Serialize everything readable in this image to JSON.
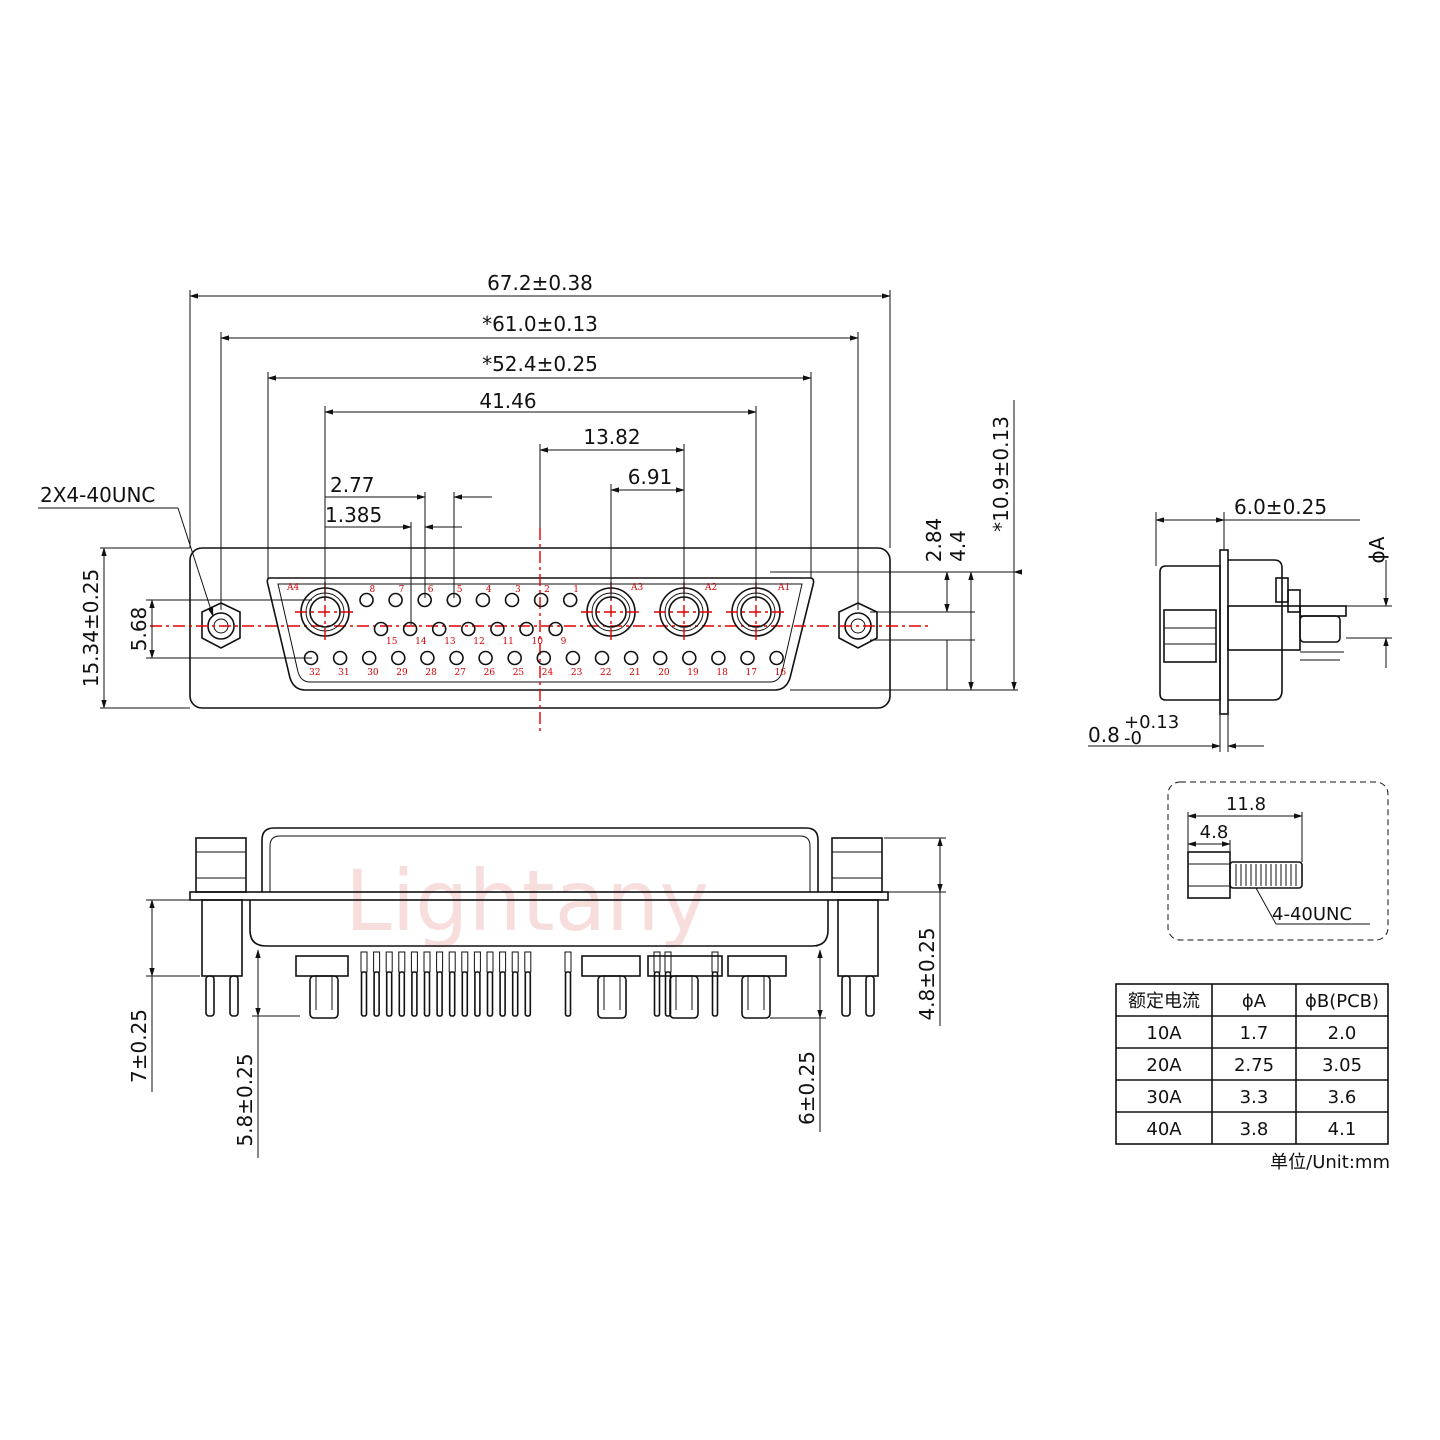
{
  "watermark": "Lightany",
  "front_view": {
    "dims": {
      "overall_width": "67.2±0.38",
      "mount_spacing": "*61.0±0.13",
      "shell_width": "*52.4±0.25",
      "coax_span": "41.46",
      "coax_pitch_double": "13.82",
      "coax_pitch": "6.91",
      "pin_pitch_double": "2.77",
      "pin_pitch": "1.385",
      "mount_thread": "2X4-40UNC",
      "overall_height": "15.34±0.25",
      "row_spacing": "5.68",
      "dim_284": "2.84",
      "dim_44": "4.4",
      "shell_height": "*10.9±0.13"
    },
    "coax_labels": [
      "A4",
      "A3",
      "A2",
      "A1"
    ],
    "row1_labels": [
      "8",
      "7",
      "6",
      "5",
      "4",
      "3",
      "2",
      "1"
    ],
    "row2_labels": [
      "15",
      "14",
      "13",
      "12",
      "11",
      "10",
      "9"
    ],
    "row3_labels": [
      "32",
      "31",
      "30",
      "29",
      "28",
      "27",
      "26",
      "25",
      "24",
      "23",
      "22",
      "21",
      "20",
      "19",
      "18",
      "17",
      "16"
    ]
  },
  "bottom_view": {
    "dims": {
      "post_length": "7±0.25",
      "pin_length_left": "5.8±0.25",
      "pin_length_right": "6±0.25",
      "housing_height": "4.8±0.25"
    }
  },
  "side_view": {
    "dims": {
      "depth": "6.0±0.25",
      "dia_a": "ϕA",
      "flange_base": "0.8",
      "flange_tol_upper": "+0.13",
      "flange_tol_lower": "-0"
    }
  },
  "detail_view": {
    "dims": {
      "length": "11.8",
      "head": "4.8",
      "thread": "4-40UNC"
    }
  },
  "spec_table": {
    "headers": [
      "额定电流",
      "ϕA",
      "ϕB(PCB)"
    ],
    "rows": [
      [
        "10A",
        "1.7",
        "2.0"
      ],
      [
        "20A",
        "2.75",
        "3.05"
      ],
      [
        "30A",
        "3.3",
        "3.6"
      ],
      [
        "40A",
        "3.8",
        "4.1"
      ]
    ],
    "unit_note": "单位/Unit:mm"
  },
  "colors": {
    "line": "#111111",
    "centerline": "#e00000",
    "pin_label": "#d40000",
    "watermark": "#f4c3c3"
  }
}
